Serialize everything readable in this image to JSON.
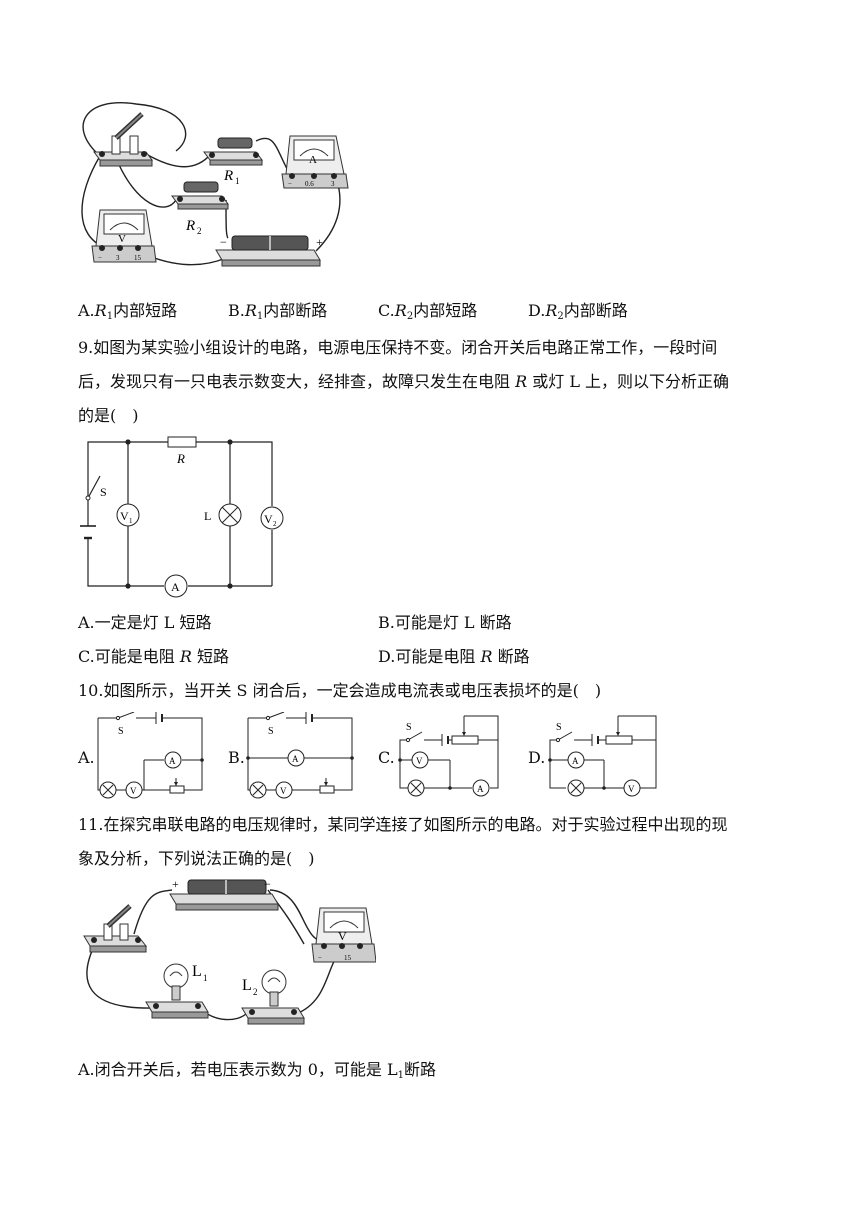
{
  "q8": {
    "figure_labels": {
      "R1": "R",
      "R1_sub": "1",
      "R2": "R",
      "R2_sub": "2",
      "ammeter": "A",
      "ammeter_terms": [
        "−",
        "0.6",
        "3"
      ],
      "voltmeter": "V",
      "voltmeter_terms": [
        "−",
        "3",
        "15"
      ],
      "minus": "−",
      "plus": "+"
    },
    "options": {
      "A": {
        "prefix": "A.",
        "var": "R",
        "sub": "1",
        "text": "内部短路"
      },
      "B": {
        "prefix": "B.",
        "var": "R",
        "sub": "1",
        "text": "内部断路"
      },
      "C": {
        "prefix": "C.",
        "var": "R",
        "sub": "2",
        "text": "内部短路"
      },
      "D": {
        "prefix": "D.",
        "var": "R",
        "sub": "2",
        "text": "内部断路"
      }
    }
  },
  "q9": {
    "stem_line1": "9.如图为某实验小组设计的电路，电源电压保持不变。闭合开关后电路正常工作，一段时间",
    "stem_line2_a": "后，发现只有一只电表示数变大，经排查，故障只发生在电阻 ",
    "stem_line2_var": "R",
    "stem_line2_b": " 或灯 L 上，则以下分析正确",
    "stem_line3": "的是(　)",
    "figure_labels": {
      "R": "R",
      "S": "S",
      "L": "L",
      "V1": "V",
      "V1_sub": "1",
      "V2": "V",
      "V2_sub": "2",
      "A": "A"
    },
    "options": {
      "A": {
        "text": "A.一定是灯 L 短路"
      },
      "B": {
        "text": "B.可能是灯 L 断路"
      },
      "C": {
        "pre": "C.可能是电阻 ",
        "var": "R",
        "post": " 短路"
      },
      "D": {
        "pre": "D.可能是电阻 ",
        "var": "R",
        "post": " 断路"
      }
    }
  },
  "q10": {
    "stem": "10.如图所示，当开关 S 闭合后，一定会造成电流表或电压表损坏的是(　)",
    "option_letters": [
      "A.",
      "B.",
      "C.",
      "D."
    ],
    "figure_labels": {
      "S": "S",
      "A": "A",
      "V": "V"
    }
  },
  "q11": {
    "stem_line1": "11.在探究串联电路的电压规律时，某同学连接了如图所示的电路。对于实验过程中出现的现",
    "stem_line2": "象及分析，下列说法正确的是(　)",
    "figure_labels": {
      "L1": "L",
      "L1_sub": "1",
      "L2": "L",
      "L2_sub": "2",
      "V": "V",
      "plus": "+",
      "minus": "−",
      "terms": [
        "−",
        "15"
      ]
    },
    "optionA": {
      "pre": "A.闭合开关后，若电压表示数为 0，可能是 L",
      "sub": "1",
      "post": "断路"
    }
  }
}
